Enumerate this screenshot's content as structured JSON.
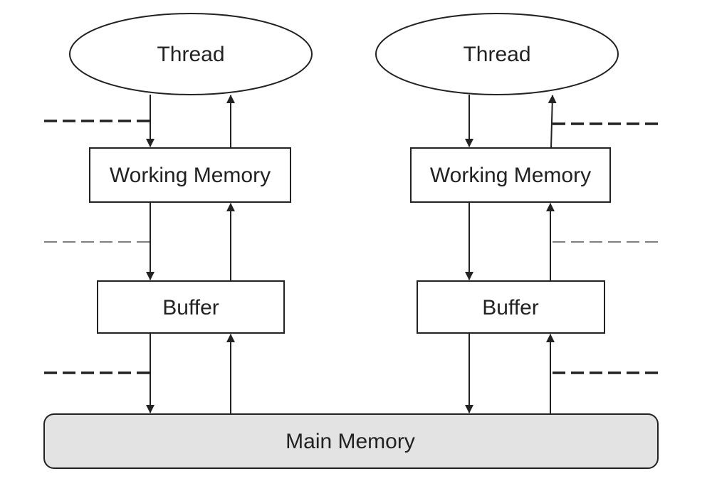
{
  "diagram": {
    "left_column": {
      "thread_label": "Thread",
      "working_memory_label": "Working Memory",
      "buffer_label": "Buffer"
    },
    "right_column": {
      "thread_label": "Thread",
      "working_memory_label": "Working Memory",
      "buffer_label": "Buffer"
    },
    "main_memory_label": "Main Memory"
  },
  "colors": {
    "stroke": "#222222",
    "main_memory_fill": "#e3e3e3",
    "node_fill": "#ffffff"
  }
}
